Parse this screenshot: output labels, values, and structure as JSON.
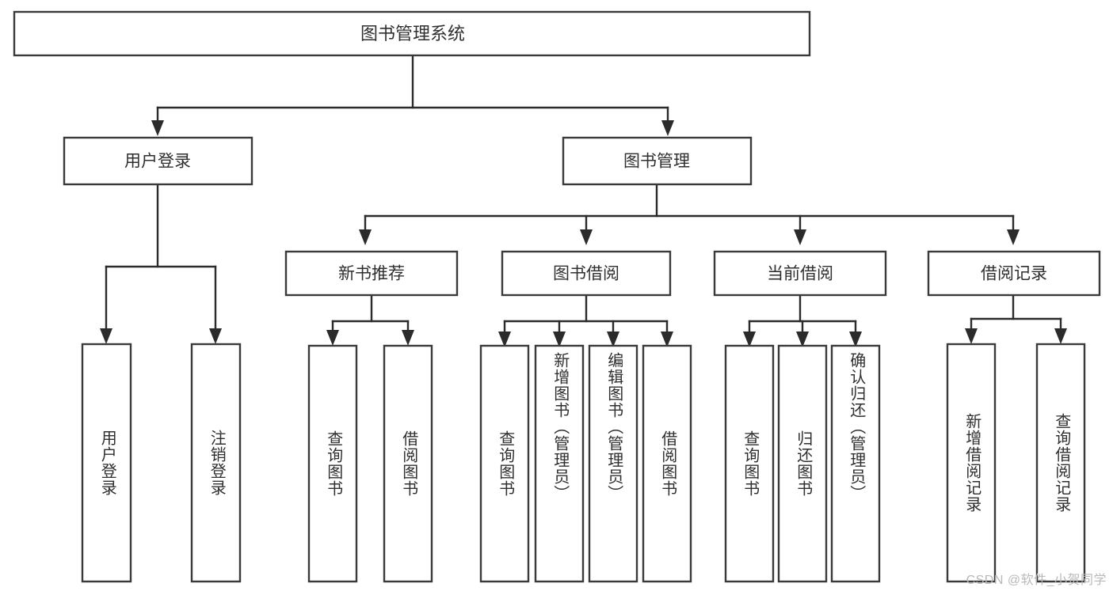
{
  "diagram": {
    "type": "tree-hierarchy",
    "title_node": "图书管理系统",
    "level2": {
      "user_login": "用户登录",
      "book_manage": "图书管理"
    },
    "level3": {
      "new_book_rec": "新书推荐",
      "book_borrow": "图书借阅",
      "current_borrow": "当前借阅",
      "borrow_record": "借阅记录"
    },
    "leaves": {
      "user_login_1": "用户登录",
      "user_login_2": "注销登录",
      "new_book_1": "查询图书",
      "new_book_2": "借阅图书",
      "borrow_1": "查询图书",
      "borrow_2": "新增图书（管理员）",
      "borrow_3": "编辑图书（管理员）",
      "borrow_4": "借阅图书",
      "current_1": "查询图书",
      "current_2": "归还图书",
      "current_3": "确认归还（管理员）",
      "record_1": "新增借阅记录",
      "record_2": "查询借阅记录"
    }
  },
  "watermark": {
    "text": "CSDN @软件_小贺同学"
  },
  "colors": {
    "box_stroke": "#3a3a3a",
    "line": "#2b2b2b",
    "text": "#2f2f2f",
    "background": "#ffffff",
    "watermark": "#b9b9b9"
  }
}
